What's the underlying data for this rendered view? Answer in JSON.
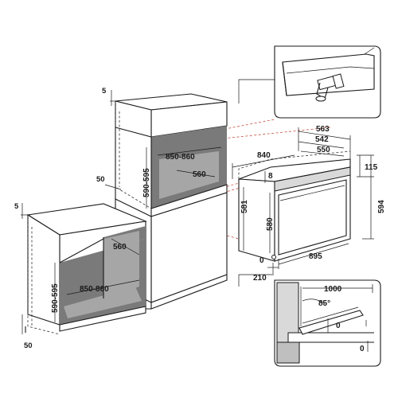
{
  "dimensions": {
    "tall_top": "5",
    "tall_side": "50",
    "tall_height": "590-595",
    "tall_width": "850-860",
    "tall_depth": "560",
    "under_top": "5",
    "under_side": "50",
    "under_height": "590-595",
    "under_width": "850-860",
    "under_depth": "560",
    "oven_563": "563",
    "oven_542": "542",
    "oven_550": "550",
    "oven_840": "840",
    "oven_8": "8",
    "oven_115": "115",
    "oven_594": "594",
    "oven_581": "581",
    "oven_580": "580",
    "oven_895": "895",
    "oven_0": "0",
    "oven_210": "210",
    "door_1000": "1000",
    "door_85": "85°",
    "door_0a": "0",
    "door_0b": "0"
  },
  "colors": {
    "line": "#1a1a1a",
    "cavity": "#7a7a7a",
    "guide": "#c0392b"
  }
}
